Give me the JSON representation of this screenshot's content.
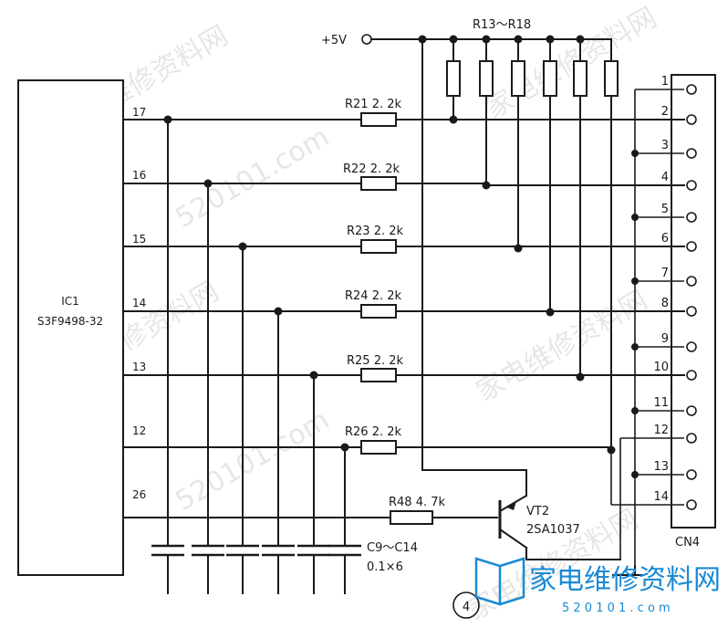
{
  "ic": {
    "name": "IC1",
    "part": "S3F9498-32",
    "pins": [
      "17",
      "16",
      "15",
      "14",
      "13",
      "12",
      "26"
    ]
  },
  "supply": "+5V",
  "pullups": "R13～R18",
  "resistors": [
    {
      "label": "R21  2. 2k"
    },
    {
      "label": "R22  2. 2k"
    },
    {
      "label": "R23  2. 2k"
    },
    {
      "label": "R24  2. 2k"
    },
    {
      "label": "R25  2. 2k"
    },
    {
      "label": "R26  2. 2k"
    },
    {
      "label": "R48  4. 7k"
    }
  ],
  "transistor": {
    "name": "VT2",
    "part": "2SA1037"
  },
  "capacitors": {
    "label": "C9～C14",
    "value": "0.1×6"
  },
  "connector": {
    "name": "CN4",
    "pins": [
      "1",
      "2",
      "3",
      "4",
      "5",
      "6",
      "7",
      "8",
      "9",
      "10",
      "11",
      "12",
      "13",
      "14"
    ]
  },
  "figure_number": "4",
  "watermark": {
    "text": "家电维修资料网",
    "url": "520101.com",
    "footer_url": "5 2 0 1 0 1 . c o m"
  },
  "colors": {
    "ink": "#1a1a1a",
    "brand": "#1a8ad4",
    "paper": "#ffffff"
  }
}
